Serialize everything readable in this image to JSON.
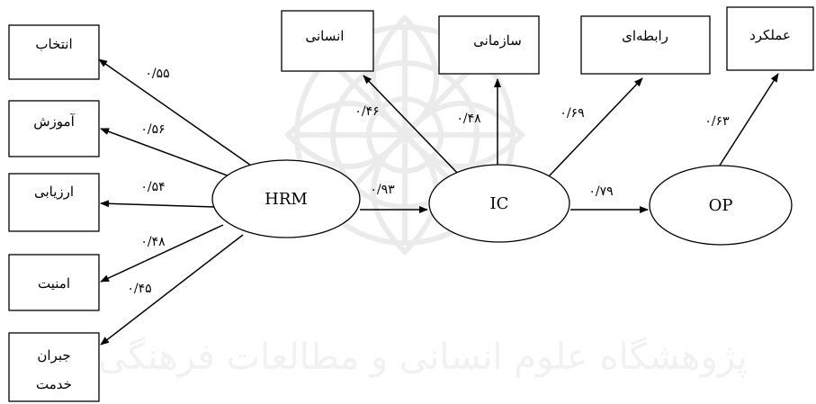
{
  "watermark": {
    "text": "پژوهشگاه علوم انسانی و مطالعات فرهنگی"
  },
  "nodes": {
    "hrm": "HRM",
    "ic": "IC",
    "op": "OP"
  },
  "hrm_indicators": [
    {
      "label": "انتخاب",
      "coef": "۰/۵۵"
    },
    {
      "label": "آموزش",
      "coef": "۰/۵۶"
    },
    {
      "label": "ارزیابی",
      "coef": "۰/۵۴"
    },
    {
      "label": "امنیت",
      "coef": "۰/۴۸"
    },
    {
      "label": "جبران\nخدمت",
      "coef": "۰/۴۵"
    }
  ],
  "ic_indicators": [
    {
      "label": "انسانی",
      "coef": "۰/۴۶"
    },
    {
      "label": "سازمانی",
      "coef": "۰/۴۸"
    },
    {
      "label": "رابطه‌ای",
      "coef": "۰/۶۹"
    }
  ],
  "op_indicator": {
    "label": "عملکرد",
    "coef": "۰/۶۳"
  },
  "paths": {
    "hrm_to_ic": "۰/۹۳",
    "ic_to_op": "۰/۷۹"
  }
}
